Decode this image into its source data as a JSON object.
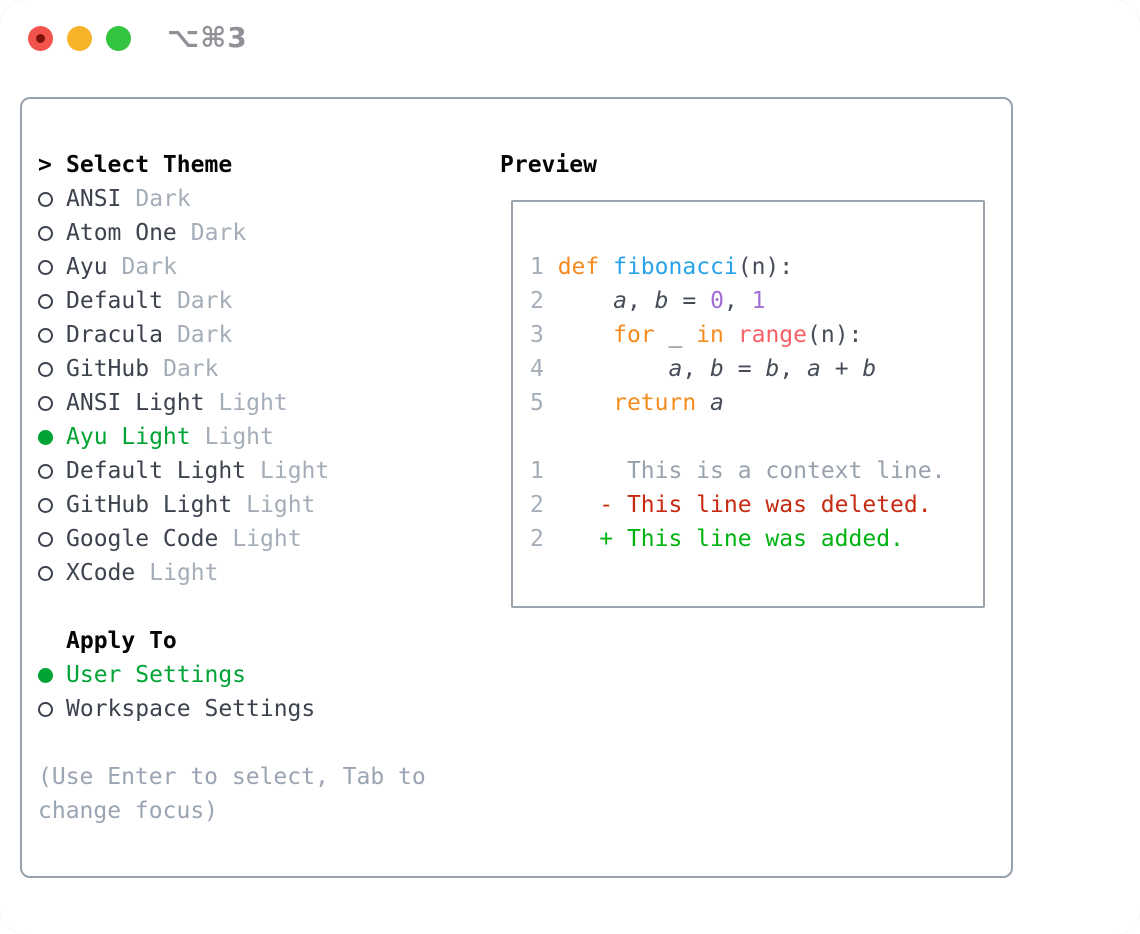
{
  "window": {
    "title": "⌥⌘3",
    "traffic_lights": [
      {
        "name": "close-button",
        "color": "#f2544d"
      },
      {
        "name": "minimize-button",
        "color": "#f7b32a"
      },
      {
        "name": "zoom-button",
        "color": "#34c440"
      }
    ]
  },
  "colors": {
    "panel_border": "#98a2ad",
    "selection_green": "#00a334",
    "keyword_orange": "#f68b20",
    "function_blue": "#29a3e8",
    "number_purple": "#a06ed4",
    "builtin_coral": "#f85f66",
    "deleted_red": "#c62a10",
    "added_green": "#00b410",
    "muted_gray": "#a4adb8"
  },
  "icons": {
    "radio_unselected": "circle-outline",
    "radio_selected": "circle-filled-green"
  },
  "theme_selector": {
    "prompt": ">",
    "header": "Select Theme",
    "items": [
      {
        "name": "ANSI",
        "variant": "Dark",
        "selected": false
      },
      {
        "name": "Atom One",
        "variant": "Dark",
        "selected": false
      },
      {
        "name": "Ayu",
        "variant": "Dark",
        "selected": false
      },
      {
        "name": "Default",
        "variant": "Dark",
        "selected": false
      },
      {
        "name": "Dracula",
        "variant": "Dark",
        "selected": false
      },
      {
        "name": "GitHub",
        "variant": "Dark",
        "selected": false
      },
      {
        "name": "ANSI Light",
        "variant": "Light",
        "selected": false
      },
      {
        "name": "Ayu Light",
        "variant": "Light",
        "selected": true
      },
      {
        "name": "Default Light",
        "variant": "Light",
        "selected": false
      },
      {
        "name": "GitHub Light",
        "variant": "Light",
        "selected": false
      },
      {
        "name": "Google Code",
        "variant": "Light",
        "selected": false
      },
      {
        "name": "XCode",
        "variant": "Light",
        "selected": false
      }
    ]
  },
  "apply_to": {
    "header": "Apply To",
    "options": [
      {
        "label": "User Settings",
        "selected": true
      },
      {
        "label": "Workspace Settings",
        "selected": false
      }
    ]
  },
  "hint": "(Use Enter to select, Tab to change focus)",
  "preview": {
    "header": "Preview",
    "code_lines": [
      [
        {
          "t": "1 ",
          "s": "gutter"
        },
        {
          "t": "def",
          "s": "kw"
        },
        {
          "t": " ",
          "s": "plain"
        },
        {
          "t": "fibonacci",
          "s": "fn"
        },
        {
          "t": "(n):",
          "s": "plain"
        }
      ],
      [
        {
          "t": "2 ",
          "s": "gutter"
        },
        {
          "t": "    ",
          "s": "plain"
        },
        {
          "t": "a",
          "s": "var"
        },
        {
          "t": ", ",
          "s": "plain"
        },
        {
          "t": "b",
          "s": "var"
        },
        {
          "t": " = ",
          "s": "plain"
        },
        {
          "t": "0",
          "s": "num"
        },
        {
          "t": ", ",
          "s": "plain"
        },
        {
          "t": "1",
          "s": "num"
        }
      ],
      [
        {
          "t": "3 ",
          "s": "gutter"
        },
        {
          "t": "    ",
          "s": "plain"
        },
        {
          "t": "for",
          "s": "kw"
        },
        {
          "t": " _ ",
          "s": "plain"
        },
        {
          "t": "in",
          "s": "kw"
        },
        {
          "t": " ",
          "s": "plain"
        },
        {
          "t": "range",
          "s": "builtin"
        },
        {
          "t": "(n):",
          "s": "plain"
        }
      ],
      [
        {
          "t": "4 ",
          "s": "gutter"
        },
        {
          "t": "        ",
          "s": "plain"
        },
        {
          "t": "a",
          "s": "var"
        },
        {
          "t": ", ",
          "s": "plain"
        },
        {
          "t": "b",
          "s": "var"
        },
        {
          "t": " = ",
          "s": "plain"
        },
        {
          "t": "b",
          "s": "var"
        },
        {
          "t": ", ",
          "s": "plain"
        },
        {
          "t": "a",
          "s": "var"
        },
        {
          "t": " + ",
          "s": "plain"
        },
        {
          "t": "b",
          "s": "var"
        }
      ],
      [
        {
          "t": "5 ",
          "s": "gutter"
        },
        {
          "t": "    ",
          "s": "plain"
        },
        {
          "t": "return",
          "s": "kw"
        },
        {
          "t": " ",
          "s": "plain"
        },
        {
          "t": "a",
          "s": "var"
        }
      ],
      [],
      [
        {
          "t": "1",
          "s": "gutter"
        },
        {
          "t": "      ",
          "s": "plain"
        },
        {
          "t": "This is a context line.",
          "s": "ctx"
        }
      ],
      [
        {
          "t": "2",
          "s": "gutter"
        },
        {
          "t": "    ",
          "s": "plain"
        },
        {
          "t": "- This line was deleted.",
          "s": "del"
        }
      ],
      [
        {
          "t": "2",
          "s": "gutter"
        },
        {
          "t": "    ",
          "s": "plain"
        },
        {
          "t": "+ This line was added.",
          "s": "add"
        }
      ]
    ]
  }
}
